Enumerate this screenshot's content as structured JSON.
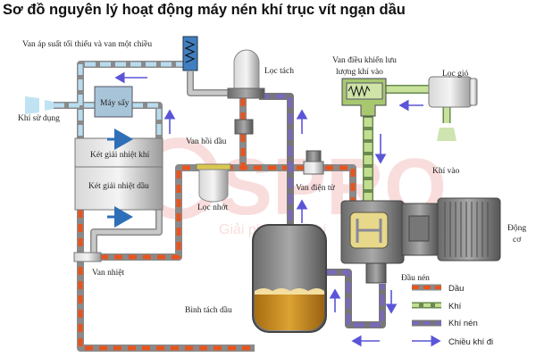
{
  "title": "Sơ đồ nguyên lý hoạt động máy nén khí trục vít ngạn dầu",
  "labels": {
    "min_pressure_valve": "Van áp suất tối thiểu và van một chiều",
    "separator_filter": "Lọc tách",
    "inlet_valve_1": "Van điều khiển lưu",
    "inlet_valve_2": "lượng khí vào",
    "air_filter": "Lọc gió",
    "dryer": "Máy sấy",
    "air_use": "Khí sử dụng",
    "oil_return_valve": "Van hồi dầu",
    "air_cooler": "Két giải nhiệt khí",
    "oil_cooler": "Két giải nhiệt dầu",
    "oil_filter": "Lọc nhớt",
    "solenoid_valve": "Van điện tử",
    "air_in": "Khí vào",
    "motor_1": "Động",
    "motor_2": "cơ",
    "thermal_valve": "Van nhiệt",
    "compressor_head": "Đầu nén",
    "oil_separator_tank": "Bình tách dầu"
  },
  "legend": [
    {
      "label": "Dầu",
      "color": "#e8541e"
    },
    {
      "label": "Khí",
      "color": "#b9d98a"
    },
    {
      "label": "Khí nén",
      "color": "#6c5ba8"
    },
    {
      "label": "Chiều khí đi",
      "color": "#5a55d8"
    }
  ],
  "watermark": {
    "logo": "SPRO",
    "slogan": "Giải pháp thiết bị"
  },
  "colors": {
    "oil": "#e8541e",
    "air": "#b9d98a",
    "compressed_air": "#6c5ba8",
    "clean_air": "#a9cfe8",
    "arrow": "#5a55d8",
    "tank_oil": "#c88a1c"
  }
}
